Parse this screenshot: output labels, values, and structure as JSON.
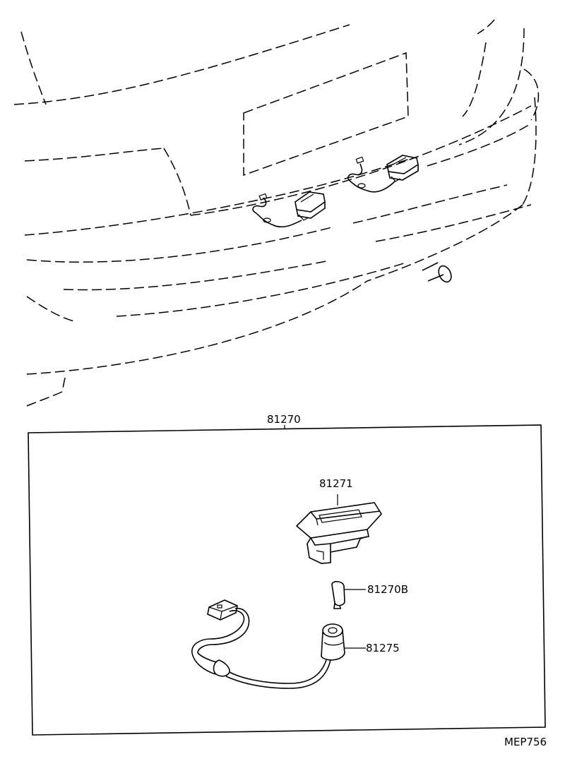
{
  "labels": {
    "assembly": "81270",
    "lens": "81271",
    "bulb": "81270B",
    "socket_cord": "81275",
    "diagram_code": "MEP756"
  }
}
